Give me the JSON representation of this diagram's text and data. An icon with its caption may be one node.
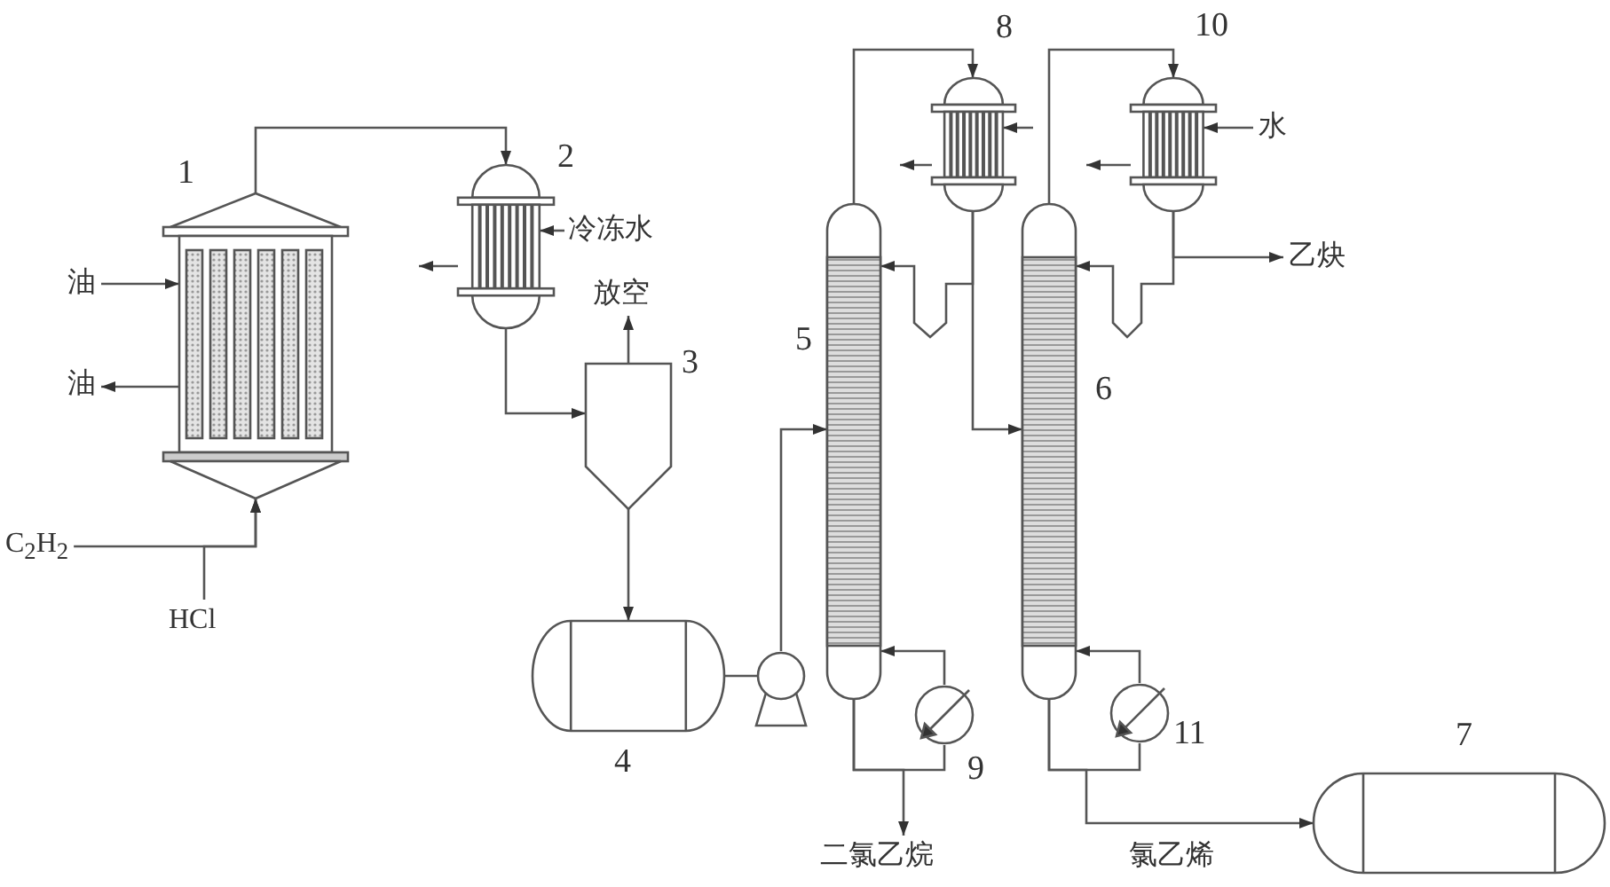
{
  "diagram": {
    "nodes": [
      {
        "text": [],
        "shape": "reactor",
        "beside": [
          "1"
        ]
      },
      {
        "text": [],
        "shape": "condenser",
        "beside": [
          "2"
        ]
      },
      {
        "text": [],
        "shape": "separator",
        "beside": [
          "3"
        ]
      },
      {
        "text": [],
        "shape": "tank",
        "beside": [
          "4"
        ]
      },
      {
        "text": [],
        "shape": "pump"
      },
      {
        "text": [],
        "shape": "column",
        "beside": [
          "5"
        ]
      },
      {
        "text": [],
        "shape": "column",
        "beside": [
          "6"
        ]
      },
      {
        "text": [],
        "shape": "tank",
        "beside": [
          "7"
        ]
      },
      {
        "text": [],
        "shape": "condenser",
        "beside": [
          "8"
        ]
      },
      {
        "text": [],
        "shape": "reboiler",
        "beside": [
          "9"
        ]
      },
      {
        "text": [],
        "shape": "condenser",
        "beside": [
          "10"
        ]
      },
      {
        "text": [],
        "shape": "reboiler",
        "beside": [
          "11"
        ]
      },
      {
        "text": [
          "油"
        ]
      },
      {
        "text": [
          "油"
        ]
      },
      {
        "text": [
          "C$_{2}$H$_{2}$"
        ]
      },
      {
        "text": [
          "HCl"
        ]
      },
      {
        "text": [
          "冷冻水"
        ]
      },
      {
        "text": [
          "放空"
        ]
      },
      {
        "text": [
          "水"
        ]
      },
      {
        "text": [
          "乙炔"
        ]
      },
      {
        "text": [
          "二氯乙烷"
        ]
      }
    ],
    "edges": [
      {
        "from": 12,
        "to": 0,
        "arrow": "to"
      },
      {
        "from": 0,
        "to": 13,
        "arrow": "to"
      },
      {
        "from": 14,
        "to": 0,
        "arrow": "to"
      },
      {
        "from": 15,
        "to": 0,
        "arrow": "to"
      },
      {
        "from": 0,
        "to": 1,
        "arrow": "to"
      },
      {
        "from": 16,
        "to": 1,
        "arrow": "to"
      },
      {
        "from": 1,
        "to": null,
        "arrow": "to"
      },
      {
        "from": 1,
        "to": 2,
        "arrow": "to"
      },
      {
        "from": 2,
        "to": 17,
        "arrow": "to"
      },
      {
        "from": 2,
        "to": 3,
        "arrow": "to"
      },
      {
        "from": 3,
        "to": 4,
        "arrow": "none"
      },
      {
        "from": 4,
        "to": 5,
        "arrow": "to"
      },
      {
        "from": 5,
        "to": 8,
        "arrow": "to"
      },
      {
        "from": null,
        "to": 8,
        "arrow": "to"
      },
      {
        "from": 8,
        "to": null,
        "arrow": "to"
      },
      {
        "from": 8,
        "to": 5,
        "arrow": "to"
      },
      {
        "from": 8,
        "to": 6,
        "arrow": "to"
      },
      {
        "from": 5,
        "to": 9,
        "arrow": "none"
      },
      {
        "from": 9,
        "to": 5,
        "arrow": "to"
      },
      {
        "from": 5,
        "to": 20,
        "arrow": "to"
      },
      {
        "from": 6,
        "to": 10,
        "arrow": "to"
      },
      {
        "from": 18,
        "to": 10,
        "arrow": "to"
      },
      {
        "from": 10,
        "to": null,
        "arrow": "to"
      },
      {
        "from": 10,
        "to": 6,
        "arrow": "to"
      },
      {
        "from": 10,
        "to": 19,
        "arrow": "to"
      },
      {
        "from": 6,
        "to": 11,
        "arrow": "none"
      },
      {
        "from": 11,
        "to": 6,
        "arrow": "to"
      },
      {
        "from": 6,
        "to": 7,
        "arrow": "to",
        "label": "氯乙烯"
      }
    ]
  }
}
